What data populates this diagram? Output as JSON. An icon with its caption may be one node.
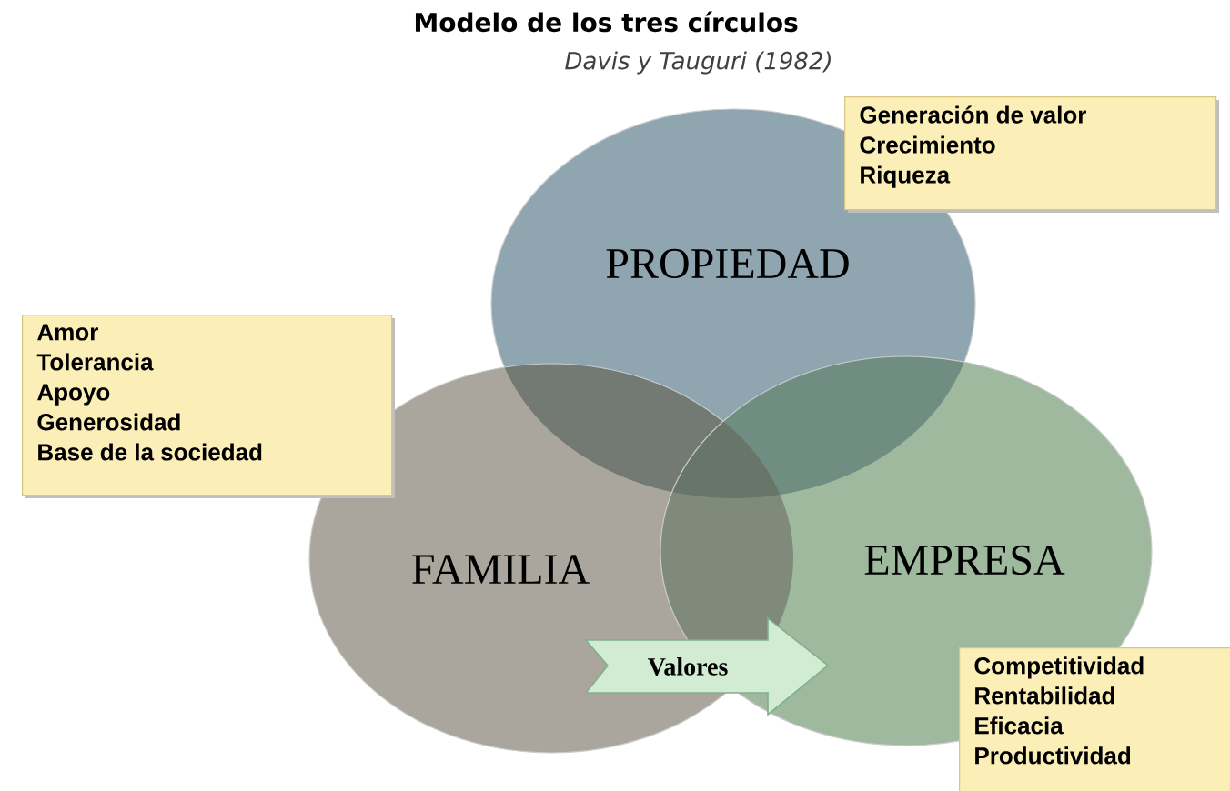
{
  "diagram": {
    "title": "Modelo de los tres círculos",
    "caption": "Davis y Tauguri (1982)",
    "nodes": [
      {
        "text": [
          "Generación de valor",
          "Crecimiento",
          "Riqueza"
        ]
      },
      {
        "text": [
          "PROPIEDAD"
        ]
      },
      {
        "text": [
          "Amor",
          "Tolerancia",
          "Apoyo",
          "Generosidad",
          "Base de la sociedad"
        ]
      },
      {
        "text": [
          "FAMILIA"
        ]
      },
      {
        "text": [
          "EMPRESA"
        ]
      },
      {
        "text": [
          "Valores"
        ]
      },
      {
        "text": [
          "Competitividad",
          "Rentabilidad",
          "Eficacia",
          "Productividad"
        ]
      }
    ]
  }
}
